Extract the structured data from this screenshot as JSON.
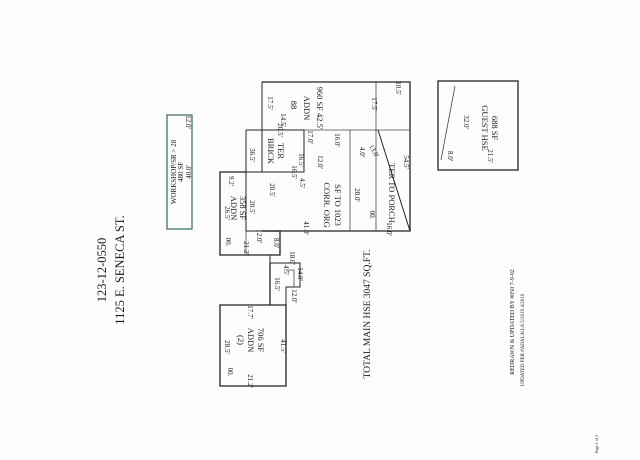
{
  "header": {
    "parcel_id": "123-12-0550",
    "address": "1125 E. SENECA ST."
  },
  "workshop": {
    "label": "WORKSHOP/SR > 28",
    "area": "480 SF",
    "dims": [
      "12.0'",
      "40.0'"
    ]
  },
  "main_house": {
    "total_label": "TOTAL MAIN HSE 3047 SQ.FT.",
    "corr_org": [
      "CORR. ORG",
      "SF TO 1023"
    ],
    "addn_1": [
      "ADDN",
      "358 SF"
    ],
    "brick_ter": [
      "BRICK",
      "TER"
    ],
    "addn_88": [
      "88",
      "ADDN",
      "960 SF 42.5'"
    ],
    "ter_to_porch": "TER TO PORCH",
    "addn_2": [
      "(2)",
      "ADDN",
      "706 SF"
    ],
    "dims": {
      "top_17_5": "17.5'",
      "top_10_5": "10.5'",
      "right_17_5": "17.5'",
      "d_14_5": "14.5'",
      "d_16_0": "16.0'",
      "d_17_0": "17.0'",
      "d_12_0a": "12.0'",
      "d_16_5": "16.5'",
      "d_36_5": "36.5'",
      "d_20_5": "20.5'",
      "d_20_5b": "20.5'",
      "d_20_5c": "20.5'",
      "d_16_5b": "16.5'",
      "d_13_0": "13.0'",
      "d_4_5": "4.5'",
      "d_4_0": "4.0'",
      "d_54_5": "54.5'",
      "d_28_0": "28.0'",
      "d_00a": "00.",
      "d_16_0b": "16.0'",
      "d_41_0": "41.0'",
      "d_9_2": "9.2'",
      "d_26_5": "26.5'",
      "d_00b": "00.",
      "d_21_2": "21.2'",
      "d_8_0": "8.0'",
      "d_12_0b": "12.0'",
      "d_18_0": "18.0'",
      "d_14_0": "14.0'",
      "d_4_5b": "4.5'",
      "d_16_5c": "16.5'",
      "d_12_0c": "12.0'",
      "d_28_5": "28.5'",
      "d_17_7": "17.7'",
      "d_41_5": "41.5'",
      "d_00c": "00.",
      "d_21_2b": "21.2'"
    }
  },
  "guest_house": {
    "label": [
      "GUEST HSE",
      "688 SF"
    ],
    "dims": [
      "32.0'",
      "21.5'",
      "8.0'"
    ]
  },
  "notes": {
    "redrawn": "REDRAWN & UPDATED BY #050 7-9-02",
    "updated": "UPDATED PER #ADAL/KLA 5/2019 4/2019"
  },
  "corner_mark": "Page 1 of 1"
}
